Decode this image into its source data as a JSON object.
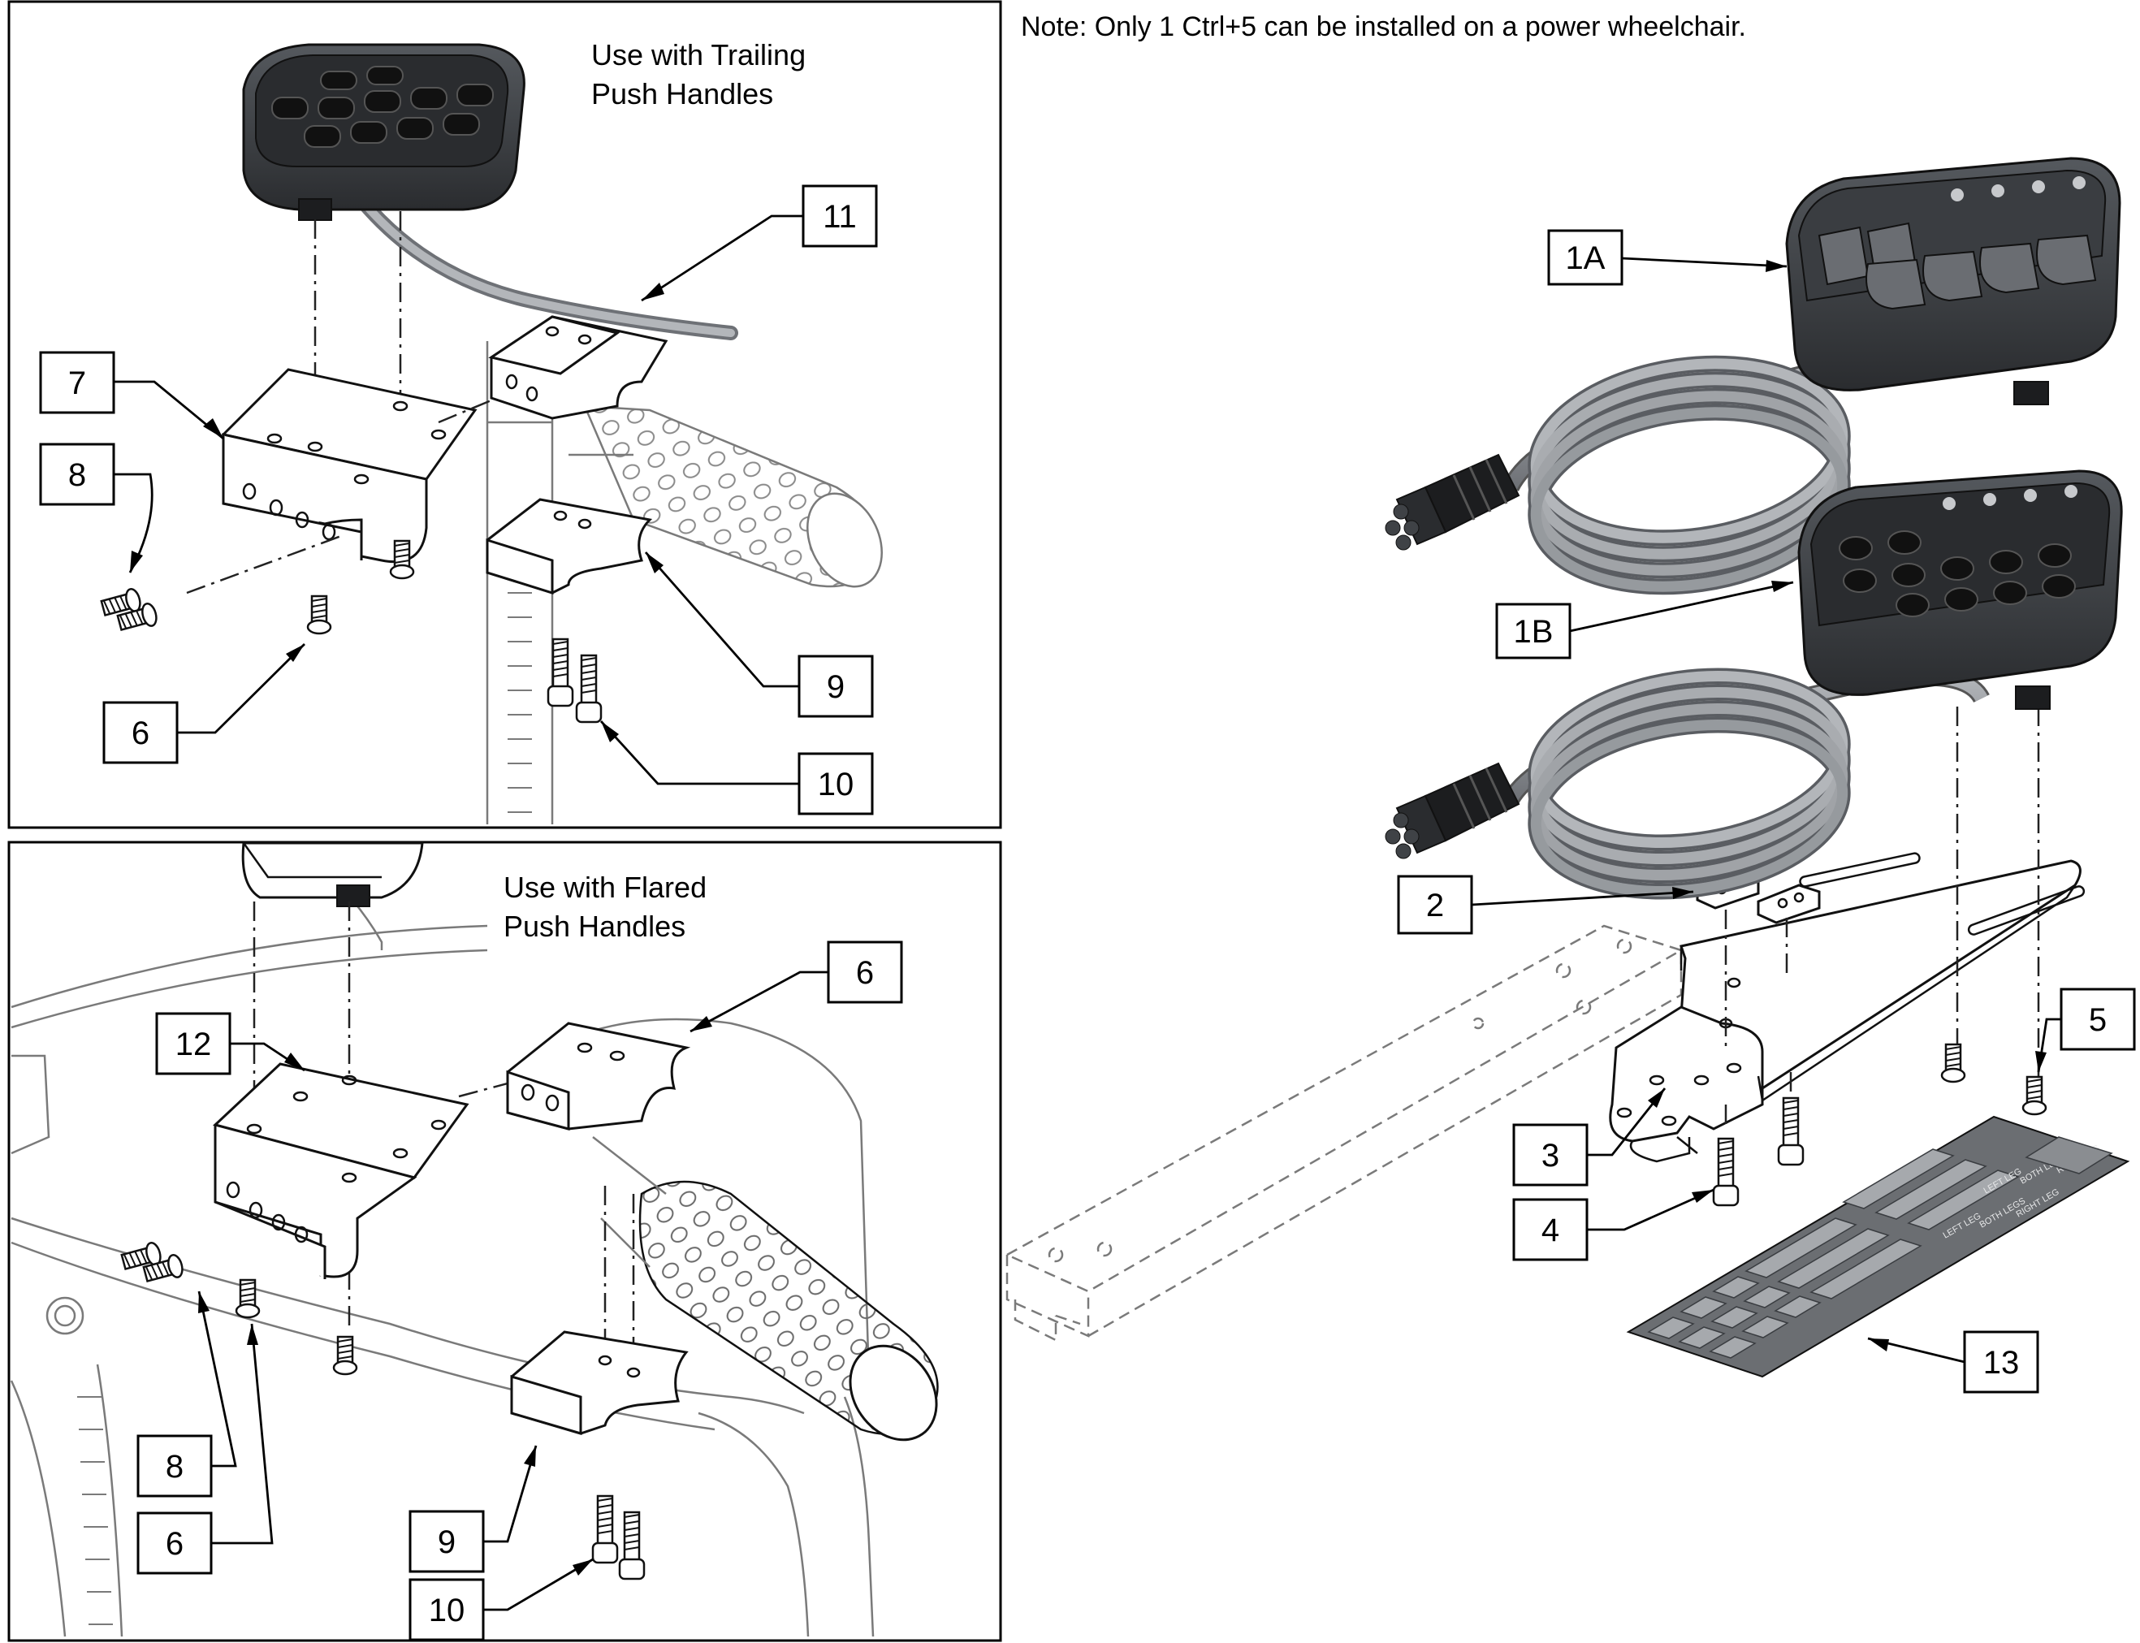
{
  "note": "Note: Only 1 Ctrl+5 can be installed on a power wheelchair.",
  "panels": {
    "trailing": {
      "title_line1": "Use with Trailing",
      "title_line2": "Push Handles"
    },
    "flared": {
      "title_line1": "Use with Flared",
      "title_line2": "Push Handles"
    }
  },
  "callouts": {
    "trailing": {
      "c11": "11",
      "c7": "7",
      "c8": "8",
      "c9": "9",
      "c6": "6",
      "c10": "10"
    },
    "flared": {
      "c6": "6",
      "c12": "12",
      "c8": "8",
      "c6b": "6",
      "c9": "9",
      "c10": "10"
    },
    "main": {
      "c1A": "1A",
      "c1B": "1B",
      "c2": "2",
      "c5": "5",
      "c3": "3",
      "c4": "4",
      "c13": "13"
    }
  },
  "label_sheet": {
    "items": [
      "LEFT LEG",
      "BOTH LEGS",
      "RIGHT LEG",
      "LEFT LEG",
      "BOTH LEGS",
      "RIGHT LEG"
    ]
  },
  "colors": {
    "module_body": "#3f4246",
    "module_dark": "#1c1d1f",
    "cable": "#8e9297",
    "sheet": "#6b6e72"
  },
  "icons": [
    "control-module-icon",
    "cable-connector-icon",
    "bolt-icon",
    "handle-grip-icon"
  ]
}
